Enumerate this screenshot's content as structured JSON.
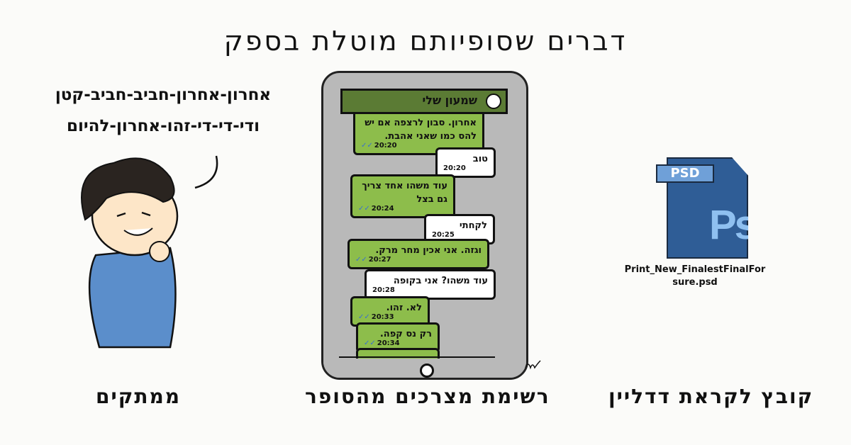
{
  "title": "דברים שסופיותם מוטלת בספק",
  "speech": {
    "line1": "אחרון-אחרון-חביב-חביב-קטן",
    "line2": "ודי-די-די-זהו-אחרון-להיום"
  },
  "captions": {
    "candy": "ממתקים",
    "shopping": "רשימת מצרכים מהסופר",
    "deadline": "קובץ לקראת דדליין"
  },
  "chat": {
    "contact": "שמעון שלי",
    "messages": [
      {
        "text": "אחרון. סבון לרצפה אם יש להס כמו שאני אהבת.",
        "time": "20:20",
        "sent": true
      },
      {
        "text": "טוב",
        "time": "20:20",
        "sent": false
      },
      {
        "text": "עוד משהו אחד צריך גם בצל",
        "time": "20:24",
        "sent": true
      },
      {
        "text": "לקחתי",
        "time": "20:25",
        "sent": false
      },
      {
        "text": "וגזה. אני אכין מחר מרק.",
        "time": "20:27",
        "sent": true
      },
      {
        "text": "עוד משהו? אני בקופה",
        "time": "20:28",
        "sent": false
      },
      {
        "text": "לא. זהו.",
        "time": "20:33",
        "sent": true
      },
      {
        "text": "רק נס קפה.",
        "time": "20:34",
        "sent": true
      }
    ],
    "check": "✓✓"
  },
  "psd": {
    "badge": "PSD",
    "logo": "Ps",
    "filename_line1": "Print_New_FinalestFinalFor",
    "filename_line2": "sure.psd"
  },
  "colors": {
    "chat_header": "#5b7b34",
    "sent_bubble": "#8dbd4b",
    "psd_blue": "#2f5d96",
    "psd_light": "#6fa0d8"
  }
}
